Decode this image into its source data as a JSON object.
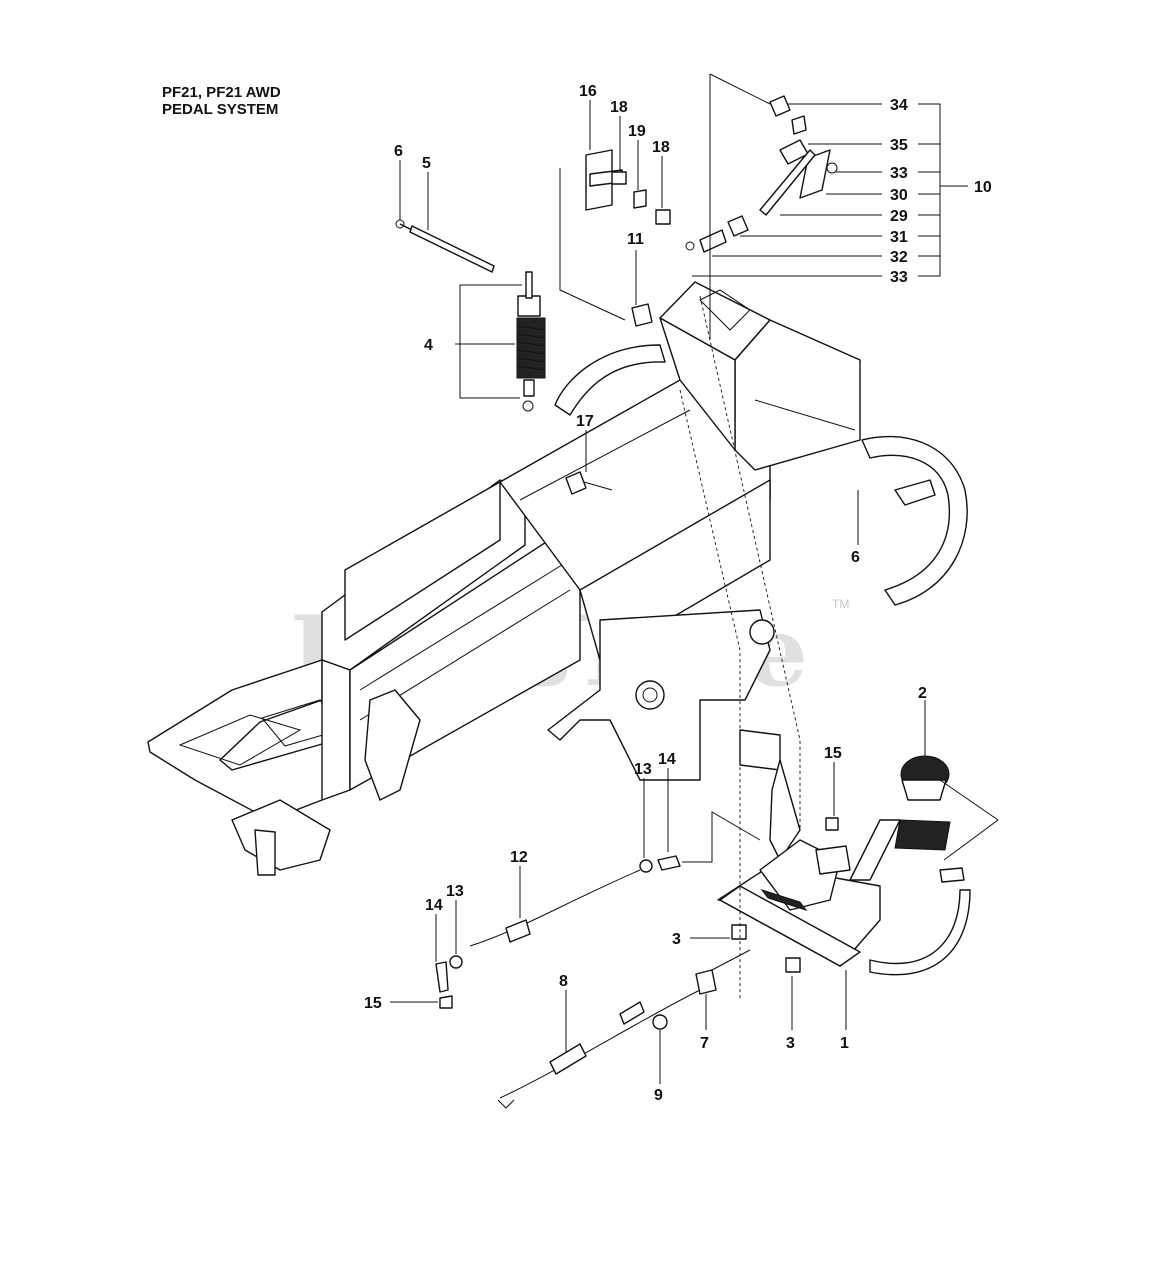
{
  "title": {
    "line1": "PF21, PF21 AWD",
    "line2": "PEDAL SYSTEM"
  },
  "watermark": {
    "text": "PartsTree",
    "tm": "TM"
  },
  "callouts": {
    "c1": "1",
    "c2": "2",
    "c3a": "3",
    "c3b": "3",
    "c4": "4",
    "c5": "5",
    "c6a": "6",
    "c6b": "6",
    "c7": "7",
    "c8": "8",
    "c9": "9",
    "c10": "10",
    "c11": "11",
    "c12": "12",
    "c13a": "13",
    "c13b": "13",
    "c14a": "14",
    "c14b": "14",
    "c15a": "15",
    "c15b": "15",
    "c16": "16",
    "c17": "17",
    "c18a": "18",
    "c18b": "18",
    "c19": "19",
    "c29": "29",
    "c30": "30",
    "c31": "31",
    "c32": "32",
    "c33a": "33",
    "c33b": "33",
    "c34": "34",
    "c35": "35"
  }
}
